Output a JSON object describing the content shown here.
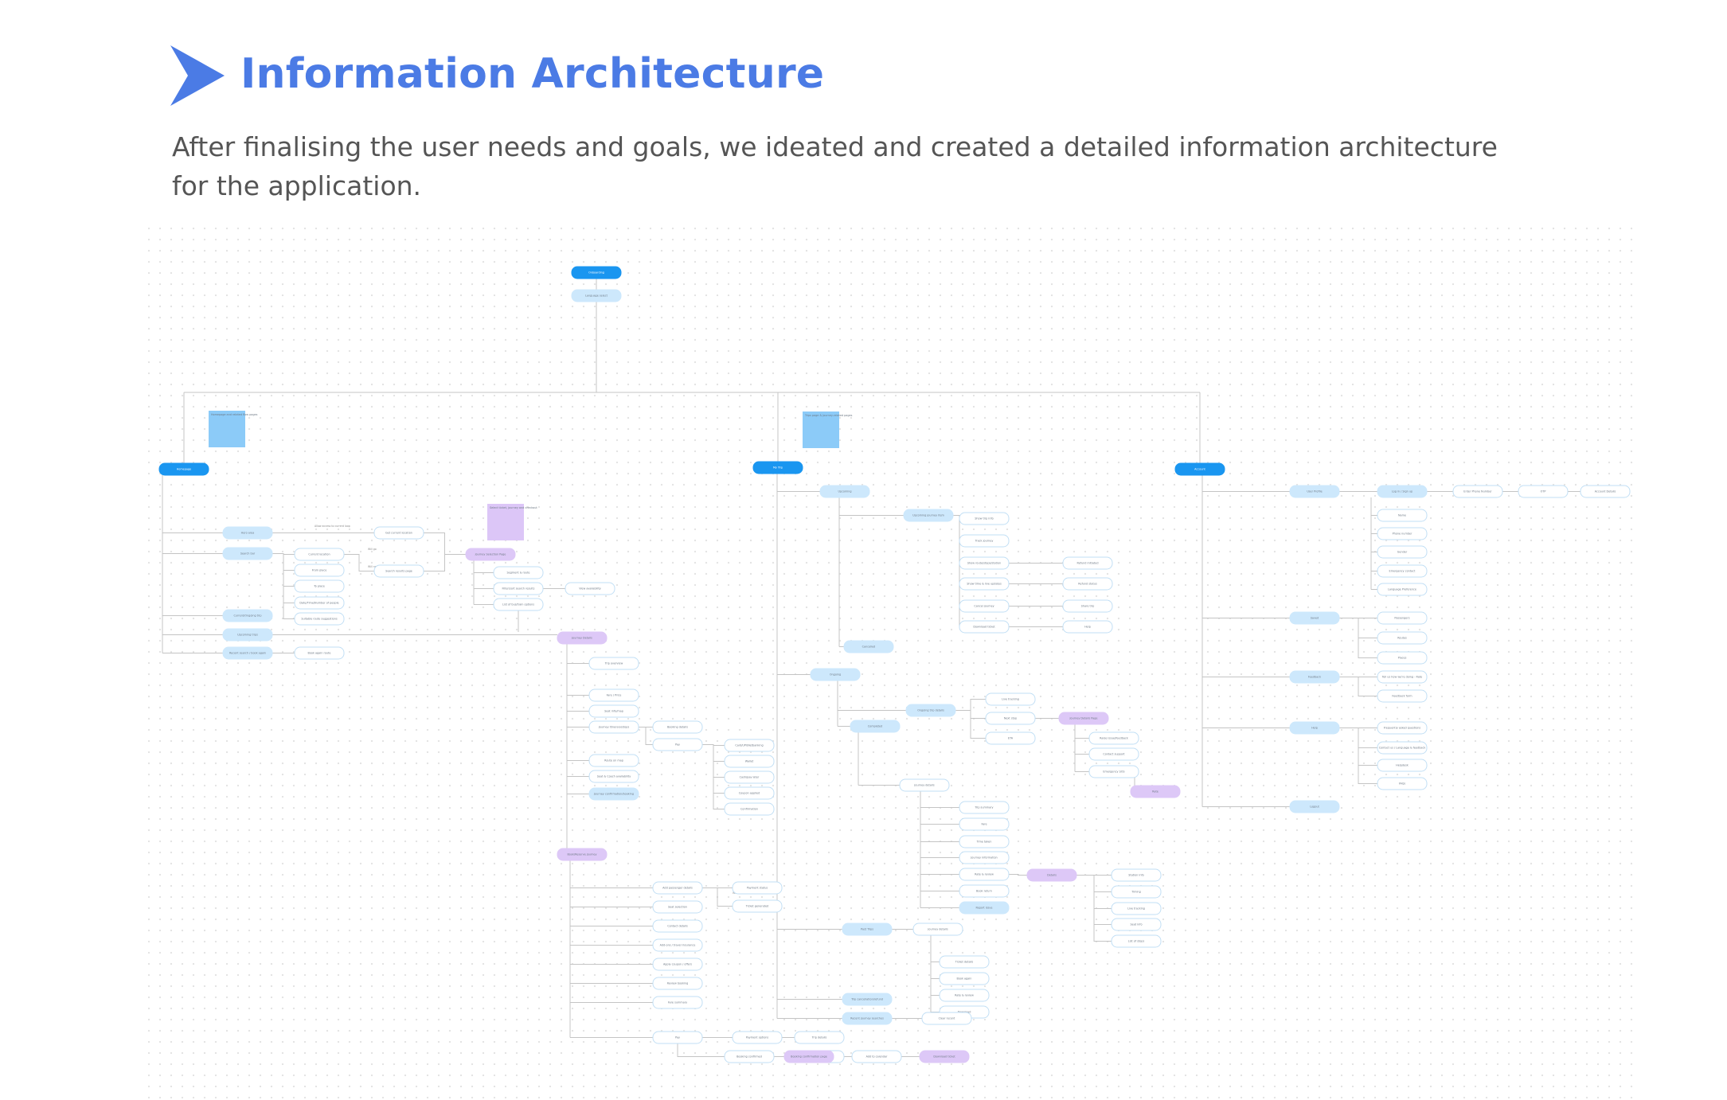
{
  "header": {
    "title": "Information Architecture",
    "subtitle": "After finalising the user needs and goals, we ideated and created a detailed information architecture for the application.",
    "logo_color": "#4b7be5"
  },
  "diagram": {
    "colors": {
      "primary": "#1a96f0",
      "light": "#cde8fc",
      "outline": "#c2dff5",
      "purple": "#ddc8f7",
      "sticky_blue": "#8ccbf8",
      "sticky_purple": "#dcc6f7",
      "edge": "#c4c4c4"
    },
    "nodes": [
      {
        "id": "root",
        "text": "Onboarding",
        "style": "primary"
      },
      {
        "id": "lang",
        "text": "Language select",
        "style": "light"
      },
      {
        "id": "home",
        "text": "Homepage",
        "style": "primary"
      },
      {
        "id": "myq",
        "text": "My Trip",
        "style": "primary"
      },
      {
        "id": "acc",
        "text": "Account",
        "style": "primary"
      },
      {
        "id": "h1",
        "text": "Hero area",
        "style": "light"
      },
      {
        "id": "h2",
        "text": "Search bar",
        "style": "light"
      },
      {
        "id": "h3",
        "text": "Current/Ongoing trip",
        "style": "light"
      },
      {
        "id": "h4",
        "text": "Upcoming trips",
        "style": "light"
      },
      {
        "id": "h5",
        "text": "Recent search / book again",
        "style": "light"
      },
      {
        "id": "a1",
        "text": "Get current location",
        "style": "outline"
      },
      {
        "id": "s1",
        "text": "Current location",
        "style": "outline"
      },
      {
        "id": "s2",
        "text": "From place",
        "style": "outline"
      },
      {
        "id": "s3",
        "text": "To place",
        "style": "outline"
      },
      {
        "id": "s4",
        "text": "Date/Time/Number of people",
        "style": "outline"
      },
      {
        "id": "s5",
        "text": "Suitable route suggestions",
        "style": "outline"
      },
      {
        "id": "sr",
        "text": "Search results page",
        "style": "outline"
      },
      {
        "id": "f1",
        "text": "Journey Selection Page",
        "style": "purple"
      },
      {
        "id": "f2",
        "text": "Segment & route",
        "style": "outline"
      },
      {
        "id": "f3",
        "text": "Filter/sort search results",
        "style": "outline"
      },
      {
        "id": "f4",
        "text": "List of bus/train options",
        "style": "outline"
      },
      {
        "id": "f5",
        "text": "View availability",
        "style": "outline"
      },
      {
        "id": "r1",
        "text": "Book again route",
        "style": "outline"
      },
      {
        "id": "jd",
        "text": "Journey Details",
        "style": "purple"
      },
      {
        "id": "j1",
        "text": "Trip overview",
        "style": "outline"
      },
      {
        "id": "j2",
        "text": "Fare / Price",
        "style": "outline"
      },
      {
        "id": "j3",
        "text": "Seat info/map",
        "style": "outline"
      },
      {
        "id": "j4",
        "text": "Journey itinerary/stops",
        "style": "outline"
      },
      {
        "id": "j5",
        "text": "Route on map",
        "style": "outline"
      },
      {
        "id": "j6",
        "text": "Seat & Coach availability",
        "style": "outline"
      },
      {
        "id": "j7",
        "text": "Journey confirmation/booking",
        "style": "light"
      },
      {
        "id": "b1",
        "text": "Booking details",
        "style": "outline"
      },
      {
        "id": "b2",
        "text": "Pay",
        "style": "outline"
      },
      {
        "id": "p1",
        "text": "Card/UPI/Netbanking",
        "style": "outline"
      },
      {
        "id": "p2",
        "text": "Wallet",
        "style": "outline"
      },
      {
        "id": "p3",
        "text": "Cash/pay later",
        "style": "outline"
      },
      {
        "id": "p4",
        "text": "Coupon applied",
        "style": "outline"
      },
      {
        "id": "p5",
        "text": "Confirmation",
        "style": "outline"
      },
      {
        "id": "bk",
        "text": "Book/Reserve journey",
        "style": "purple"
      },
      {
        "id": "k1",
        "text": "Add passenger details",
        "style": "outline"
      },
      {
        "id": "k2",
        "text": "Seat selection",
        "style": "outline"
      },
      {
        "id": "k3",
        "text": "Contact details",
        "style": "outline"
      },
      {
        "id": "k4",
        "text": "Add-ons / travel insurance",
        "style": "outline"
      },
      {
        "id": "k5",
        "text": "Apply coupon / offers",
        "style": "outline"
      },
      {
        "id": "k6",
        "text": "Review booking",
        "style": "outline"
      },
      {
        "id": "k7",
        "text": "Fare summary",
        "style": "outline"
      },
      {
        "id": "k8",
        "text": "Pay",
        "style": "outline"
      },
      {
        "id": "k9",
        "text": "Payment options",
        "style": "outline"
      },
      {
        "id": "kA",
        "text": "Payment status",
        "style": "outline"
      },
      {
        "id": "kB",
        "text": "Ticket generated",
        "style": "outline"
      },
      {
        "id": "kC",
        "text": "Booking confirmed",
        "style": "outline"
      },
      {
        "id": "kD",
        "text": "Trip details",
        "style": "outline"
      },
      {
        "id": "kE",
        "text": "Share ticket",
        "style": "outline"
      },
      {
        "id": "kF",
        "text": "Booking confirmation page",
        "style": "purple"
      },
      {
        "id": "kG",
        "text": "Add to calendar",
        "style": "outline"
      },
      {
        "id": "kH",
        "text": "Download ticket",
        "style": "purple"
      },
      {
        "id": "t1",
        "text": "Upcoming",
        "style": "light"
      },
      {
        "id": "t2",
        "text": "Upcoming journey item",
        "style": "light"
      },
      {
        "id": "t3",
        "text": "Cancelled",
        "style": "light"
      },
      {
        "id": "u1",
        "text": "Show trip info",
        "style": "outline"
      },
      {
        "id": "u2",
        "text": "Track journey",
        "style": "outline"
      },
      {
        "id": "u3",
        "text": "Show route/stops/station",
        "style": "outline"
      },
      {
        "id": "u4",
        "text": "Show time & live updates",
        "style": "outline"
      },
      {
        "id": "u5",
        "text": "Cancel journey",
        "style": "outline"
      },
      {
        "id": "u6",
        "text": "Download ticket",
        "style": "outline"
      },
      {
        "id": "v1",
        "text": "Refund initiated",
        "style": "outline"
      },
      {
        "id": "v2",
        "text": "Refund status",
        "style": "outline"
      },
      {
        "id": "v3",
        "text": "Share trip",
        "style": "outline"
      },
      {
        "id": "v4",
        "text": "Help",
        "style": "outline"
      },
      {
        "id": "t4",
        "text": "Ongoing",
        "style": "light"
      },
      {
        "id": "w1",
        "text": "Ongoing trip details",
        "style": "light"
      },
      {
        "id": "w2",
        "text": "Live tracking",
        "style": "outline"
      },
      {
        "id": "w3",
        "text": "Next stop",
        "style": "outline"
      },
      {
        "id": "w4",
        "text": "ETA",
        "style": "outline"
      },
      {
        "id": "wp",
        "text": "Journey Details Page",
        "style": "purple"
      },
      {
        "id": "x1",
        "text": "Raise issue/feedback",
        "style": "outline"
      },
      {
        "id": "x2",
        "text": "Contact support",
        "style": "outline"
      },
      {
        "id": "x3",
        "text": "Emergency SOS",
        "style": "outline"
      },
      {
        "id": "x4",
        "text": "Rate",
        "style": "purple"
      },
      {
        "id": "t5",
        "text": "Completed",
        "style": "light"
      },
      {
        "id": "y1",
        "text": "Journey details",
        "style": "outline"
      },
      {
        "id": "y2",
        "text": "Trip summary",
        "style": "outline"
      },
      {
        "id": "y3",
        "text": "Fare",
        "style": "outline"
      },
      {
        "id": "y4",
        "text": "Time taken",
        "style": "outline"
      },
      {
        "id": "y5",
        "text": "Journey information",
        "style": "outline"
      },
      {
        "id": "y6",
        "text": "Rate & review",
        "style": "outline"
      },
      {
        "id": "y7",
        "text": "Book return",
        "style": "outline"
      },
      {
        "id": "y8",
        "text": "Report issue",
        "style": "light"
      },
      {
        "id": "y9",
        "text": "Details",
        "style": "purple"
      },
      {
        "id": "z1",
        "text": "Station info",
        "style": "outline"
      },
      {
        "id": "z2",
        "text": "Timing",
        "style": "outline"
      },
      {
        "id": "z3",
        "text": "Live tracking",
        "style": "outline"
      },
      {
        "id": "z4",
        "text": "Seat info",
        "style": "outline"
      },
      {
        "id": "z5",
        "text": "List of stops",
        "style": "outline"
      },
      {
        "id": "t6",
        "text": "Past Trips",
        "style": "light"
      },
      {
        "id": "q1",
        "text": "Journey details",
        "style": "outline"
      },
      {
        "id": "q2",
        "text": "Ticket details",
        "style": "outline"
      },
      {
        "id": "q3",
        "text": "Book again",
        "style": "outline"
      },
      {
        "id": "q4",
        "text": "Rate & review",
        "style": "outline"
      },
      {
        "id": "q5",
        "text": "Download",
        "style": "outline"
      },
      {
        "id": "t7",
        "text": "Trip cancellation/refund",
        "style": "light"
      },
      {
        "id": "t8",
        "text": "Recent journey searches",
        "style": "light"
      },
      {
        "id": "q6",
        "text": "Clear recent",
        "style": "outline"
      },
      {
        "id": "c1",
        "text": "User Profile",
        "style": "light"
      },
      {
        "id": "c2",
        "text": "Log in / Sign up",
        "style": "light"
      },
      {
        "id": "c3",
        "text": "Enter Phone Number",
        "style": "outline"
      },
      {
        "id": "c4",
        "text": "OTP",
        "style": "outline"
      },
      {
        "id": "c5",
        "text": "Account Details",
        "style": "outline"
      },
      {
        "id": "c6",
        "text": "Name",
        "style": "outline"
      },
      {
        "id": "c7",
        "text": "Phone number",
        "style": "outline"
      },
      {
        "id": "c8",
        "text": "Gender",
        "style": "outline"
      },
      {
        "id": "c9",
        "text": "Emergency contact",
        "style": "outline"
      },
      {
        "id": "cA",
        "text": "Language Preference",
        "style": "outline"
      },
      {
        "id": "d1",
        "text": "Saved",
        "style": "light"
      },
      {
        "id": "d2",
        "text": "Passengers",
        "style": "outline"
      },
      {
        "id": "d3",
        "text": "Routes",
        "style": "outline"
      },
      {
        "id": "d4",
        "text": "Places",
        "style": "outline"
      },
      {
        "id": "e1",
        "text": "Feedback",
        "style": "light"
      },
      {
        "id": "e2",
        "text": "Tell us how we're doing - Rate",
        "style": "outline"
      },
      {
        "id": "e3",
        "text": "Feedback form",
        "style": "outline"
      },
      {
        "id": "g1",
        "text": "Help",
        "style": "light"
      },
      {
        "id": "g2",
        "text": "Frequently asked questions",
        "style": "outline"
      },
      {
        "id": "g3",
        "text": "Contact us / Language & feedback",
        "style": "outline"
      },
      {
        "id": "g4",
        "text": "Helpdesk",
        "style": "outline"
      },
      {
        "id": "g5",
        "text": "FAQs",
        "style": "outline"
      },
      {
        "id": "g6",
        "text": "Logout",
        "style": "light"
      }
    ],
    "sticky_notes": [
      {
        "id": "n1",
        "text": "Homepage and related flow pages",
        "style": "blue"
      },
      {
        "id": "n2",
        "text": "Select ticket, journey and checkout",
        "style": "purple"
      },
      {
        "id": "n3",
        "text": "Trips page & journey-related pages",
        "style": "blue"
      }
    ],
    "edge_labels": [
      {
        "id": "el1",
        "text": "Allow access to current loop"
      },
      {
        "id": "el2",
        "text": "Will go"
      },
      {
        "id": "el3",
        "text": "Will not"
      },
      {
        "id": "el4",
        "text": "Will go"
      }
    ]
  }
}
